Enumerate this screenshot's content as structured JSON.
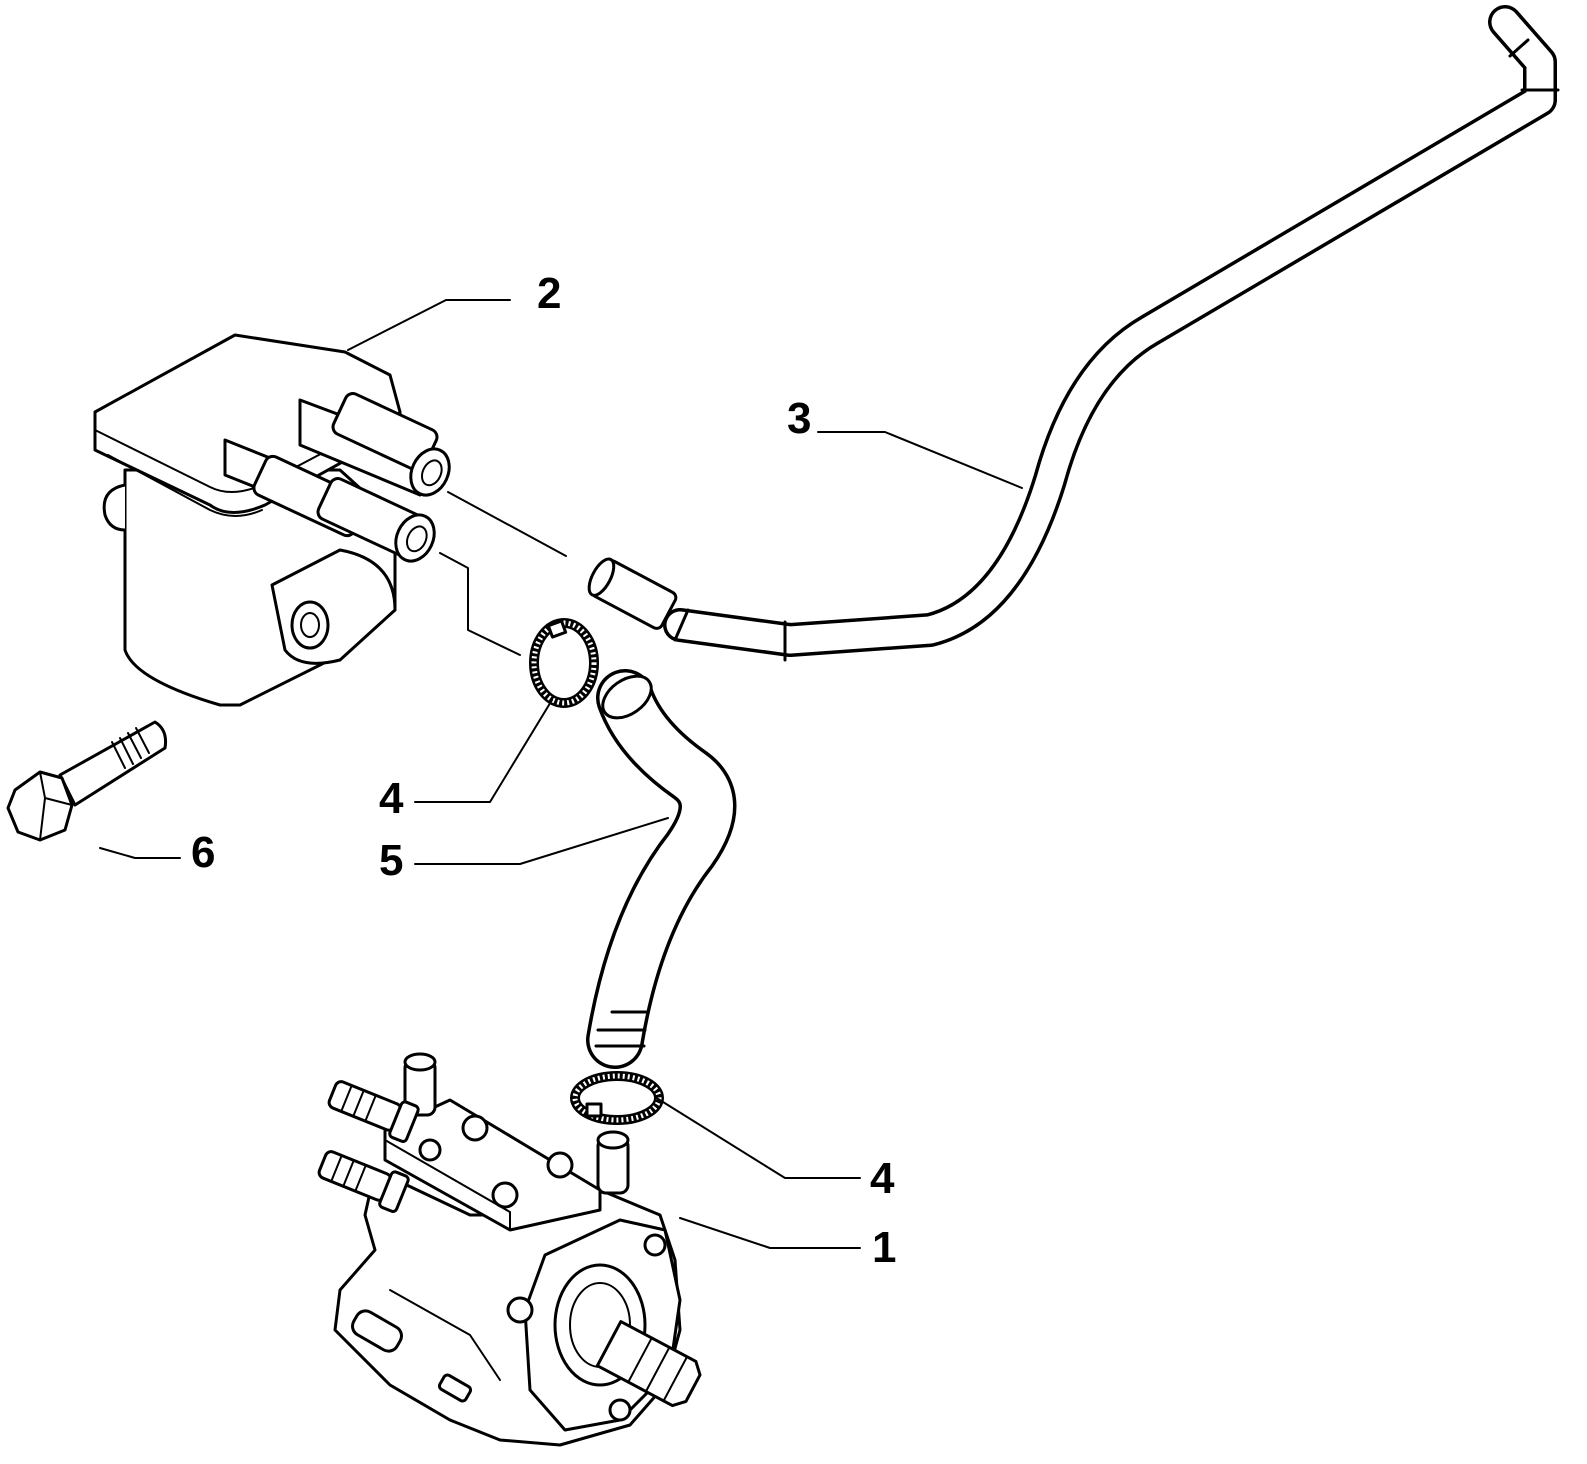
{
  "callouts": [
    {
      "id": "pump",
      "label": "1"
    },
    {
      "id": "filter",
      "label": "2"
    },
    {
      "id": "long-pipe",
      "label": "3"
    },
    {
      "id": "clamp-upper",
      "label": "4"
    },
    {
      "id": "clamp-lower",
      "label": "4"
    },
    {
      "id": "hose",
      "label": "5"
    },
    {
      "id": "bolt",
      "label": "6"
    }
  ]
}
